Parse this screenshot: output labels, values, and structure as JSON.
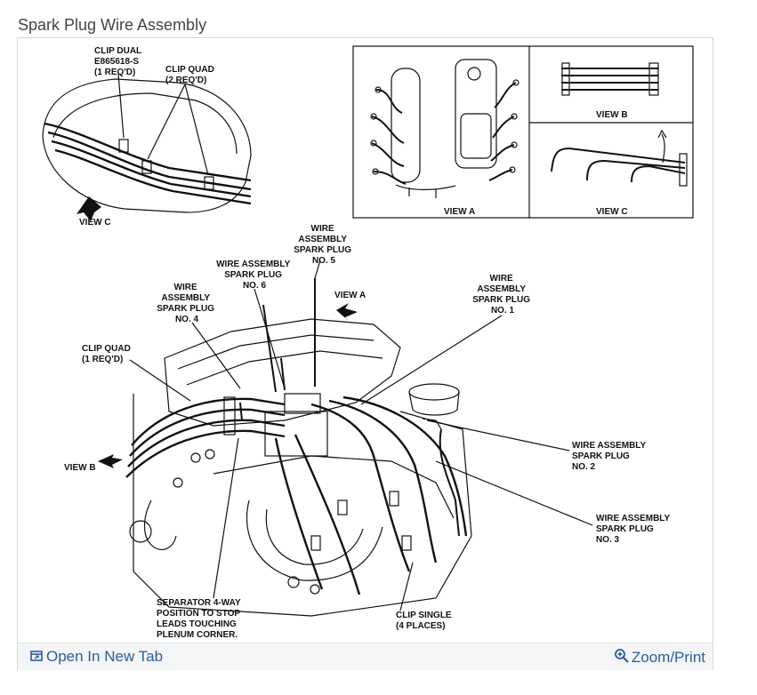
{
  "page": {
    "title": "Spark Plug Wire Assembly"
  },
  "diagram": {
    "labels": {
      "clip_dual": [
        "CLIP DUAL",
        "E865618-S",
        "(1 REQ'D)"
      ],
      "clip_quad_top": [
        "CLIP QUAD",
        "(2 REQ'D)"
      ],
      "view_c_pointer": "VIEW C",
      "view_a_caption": "VIEW A",
      "view_b_caption": "VIEW B",
      "view_c_caption": "VIEW C",
      "wire_plug5": [
        "WIRE",
        "ASSEMBLY",
        "SPARK PLUG",
        "NO. 5"
      ],
      "wire_plug6": [
        "WIRE ASSEMBLY",
        "SPARK PLUG",
        "NO. 6"
      ],
      "view_a_pointer": "VIEW A",
      "wire_plug4": [
        "WIRE",
        "ASSEMBLY",
        "SPARK PLUG",
        "NO. 4"
      ],
      "wire_plug1": [
        "WIRE",
        "ASSEMBLY",
        "SPARK PLUG",
        "NO. 1"
      ],
      "clip_quad_mid": [
        "CLIP QUAD",
        "(1 REQ'D)"
      ],
      "view_b_pointer": "VIEW B",
      "wire_plug2": [
        "WIRE ASSEMBLY",
        "SPARK PLUG",
        "NO. 2"
      ],
      "wire_plug3": [
        "WIRE ASSEMBLY",
        "SPARK PLUG",
        "NO. 3"
      ],
      "separator": [
        "SEPARATOR 4-WAY",
        "POSITION TO STOP",
        "LEADS TOUCHING",
        "PLENUM CORNER."
      ],
      "clip_single": [
        "CLIP SINGLE",
        "(4 PLACES)"
      ]
    }
  },
  "footer": {
    "open_label": "Open In New Tab",
    "zoom_label": "Zoom/Print",
    "open_icon": "external-window-icon",
    "zoom_icon": "magnifier-plus-icon",
    "link_color": "#2b5d9a"
  }
}
